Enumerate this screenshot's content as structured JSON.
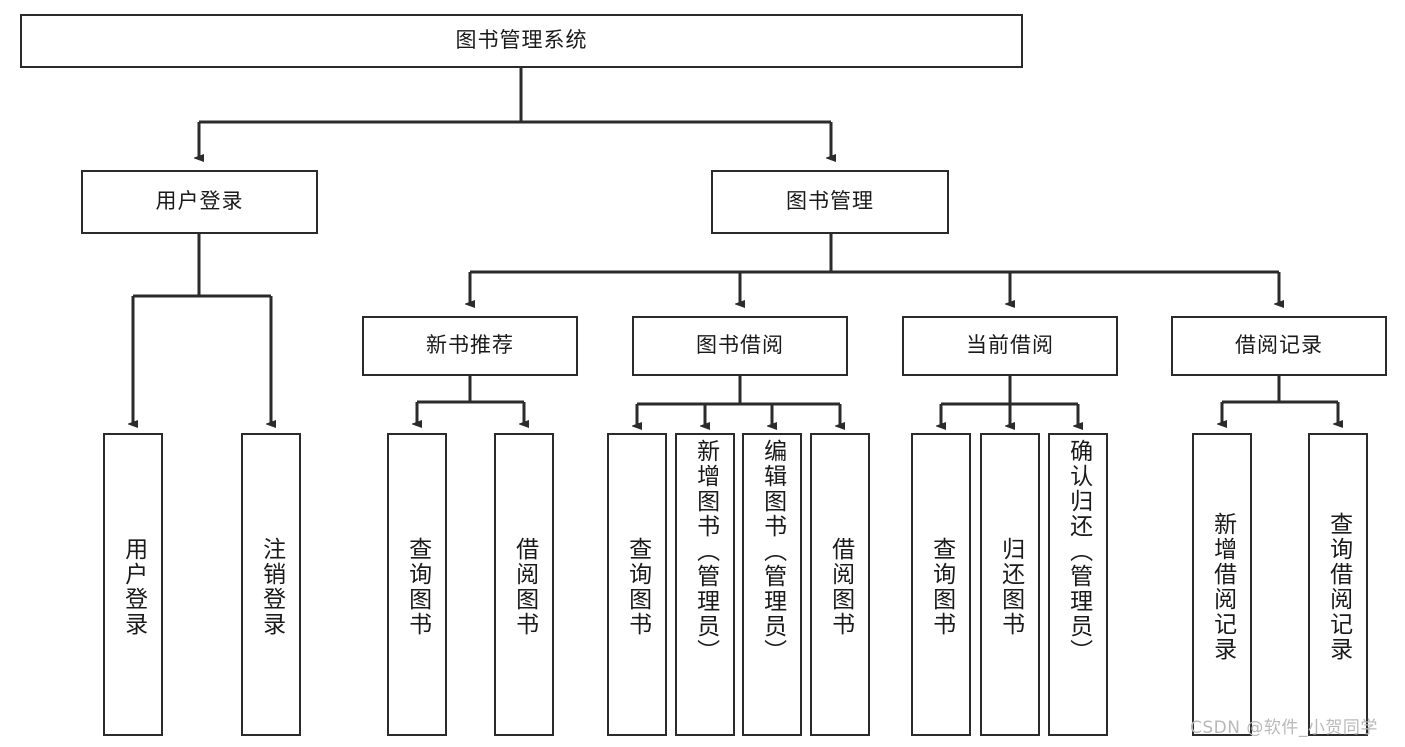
{
  "diagram": {
    "title": "图书管理系统",
    "type": "tree-hierarchy",
    "root": {
      "label": "图书管理系统"
    },
    "level2": [
      {
        "label": "用户登录"
      },
      {
        "label": "图书管理"
      }
    ],
    "level3": [
      {
        "label": "新书推荐"
      },
      {
        "label": "图书借阅"
      },
      {
        "label": "当前借阅"
      },
      {
        "label": "借阅记录"
      }
    ],
    "leaves": {
      "user_login": [
        {
          "label": "用户登录"
        },
        {
          "label": "注销登录"
        }
      ],
      "new_book_recommend": [
        {
          "label": "查询图书"
        },
        {
          "label": "借阅图书"
        }
      ],
      "book_borrow": [
        {
          "label": "查询图书"
        },
        {
          "label": "新增图书（管理员）"
        },
        {
          "label": "编辑图书（管理员）"
        },
        {
          "label": "借阅图书"
        }
      ],
      "current_borrow": [
        {
          "label": "查询图书"
        },
        {
          "label": "归还图书"
        },
        {
          "label": "确认归还（管理员）"
        }
      ],
      "borrow_records": [
        {
          "label": "新增借阅记录"
        },
        {
          "label": "查询借阅记录"
        }
      ]
    }
  },
  "watermark": {
    "text": "CSDN @软件_小贺同学"
  },
  "colors": {
    "stroke": "#2b2b2b",
    "background": "#ffffff",
    "text": "#1a1a1a",
    "watermark": "#b9b9b9"
  }
}
